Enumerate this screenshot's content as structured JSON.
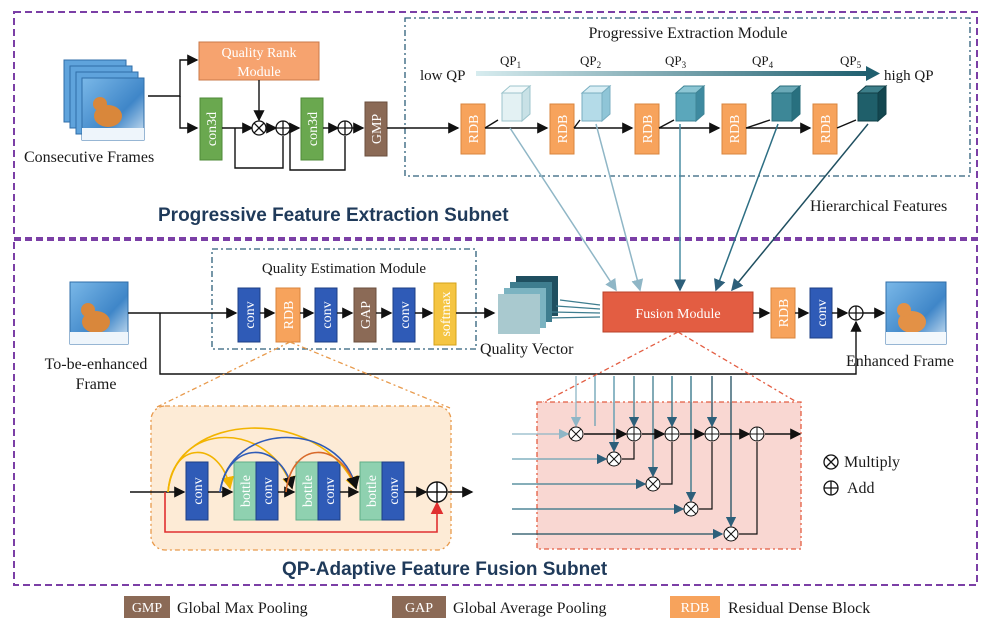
{
  "subnets": {
    "top": "Progressive Feature Extraction Subnet",
    "bottom": "QP-Adaptive Feature Fusion Subnet"
  },
  "labels": {
    "consecutive_frames": "Consecutive Frames",
    "quality_rank_line1": "Quality Rank",
    "quality_rank_line2": "Module",
    "con3d": "con3d",
    "gmp": "GMP",
    "rdb": "RDB",
    "conv": "conv",
    "gap": "GAP",
    "softmax": "softmax",
    "bottle": "bottle",
    "progressive_module": "Progressive Extraction Module",
    "low_qp": "low QP",
    "high_qp": "high QP",
    "qp_levels": [
      "QP1",
      "QP2",
      "QP3",
      "QP4",
      "QP5"
    ],
    "qp_base": "QP",
    "qp_subs": [
      "1",
      "2",
      "3",
      "4",
      "5"
    ],
    "hierarchical": "Hierarchical Features",
    "quality_estimation": "Quality Estimation Module",
    "quality_vector": "Quality Vector",
    "fusion_module": "Fusion Module",
    "tbe_line1": "To-be-enhanced",
    "tbe_line2": "Frame",
    "enhanced_frame": "Enhanced Frame",
    "multiply": "Multiply",
    "add": "Add"
  },
  "legend": [
    {
      "abbr": "GMP",
      "text": "Global Max Pooling",
      "color": "#8b6a56"
    },
    {
      "abbr": "GAP",
      "text": "Global Average Pooling",
      "color": "#8b6a56"
    },
    {
      "abbr": "RDB",
      "text": "Residual Dense Block",
      "color": "#f7a35c"
    }
  ],
  "colors": {
    "dashed_border": "#7b3fa6",
    "rdb": "#f7a35c",
    "conv": "#2f5bb7",
    "con3d": "#6aa84f",
    "gmp": "#8b6a56",
    "softmax": "#f5c542",
    "fusion": "#e35d42",
    "bottle": "#8fd1b0"
  }
}
